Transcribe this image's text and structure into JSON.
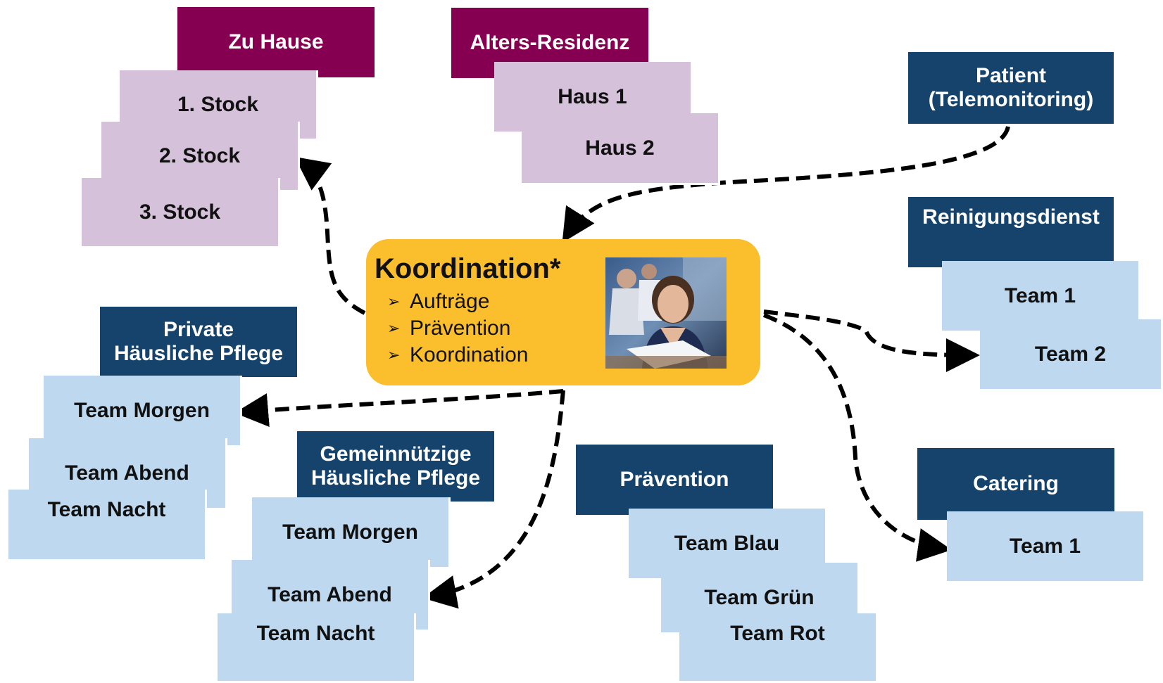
{
  "center": {
    "title": "Koordination*",
    "items": [
      "Aufträge",
      "Prävention",
      "Koordination"
    ],
    "bullet_icon": "arrowhead-bullet-icon",
    "background": "#fbbf2d"
  },
  "colors": {
    "plum": "#860052",
    "lilac": "#d5c1da",
    "navy": "#15436b",
    "light_blue": "#bdd8ef",
    "center_yellow": "#fbbf2d"
  },
  "groups": {
    "zu_hause": {
      "title": "Zu Hause",
      "items": [
        "1. Stock",
        "2. Stock",
        "3. Stock"
      ]
    },
    "alters_residenz": {
      "title": "Alters-Residenz",
      "items": [
        "Haus 1",
        "Haus 2"
      ]
    },
    "patient": {
      "title_line1": "Patient",
      "title_line2": "(Telemonitoring)"
    },
    "reinigungsdienst": {
      "title": "Reinigungsdienst",
      "items": [
        "Team 1",
        "Team 2"
      ]
    },
    "private_pflege": {
      "title_line1": "Private",
      "title_line2": "Häusliche Pflege",
      "items": [
        "Team Morgen",
        "Team Abend",
        "Team Nacht"
      ]
    },
    "gemeinnuetzige_pflege": {
      "title_line1": "Gemeinnützige",
      "title_line2": "Häusliche Pflege",
      "items": [
        "Team Morgen",
        "Team Abend",
        "Team Nacht"
      ]
    },
    "praevention": {
      "title": "Prävention",
      "items": [
        "Team Blau",
        "Team Grün",
        "Team Rot"
      ]
    },
    "catering": {
      "title": "Catering",
      "items": [
        "Team 1"
      ]
    }
  }
}
